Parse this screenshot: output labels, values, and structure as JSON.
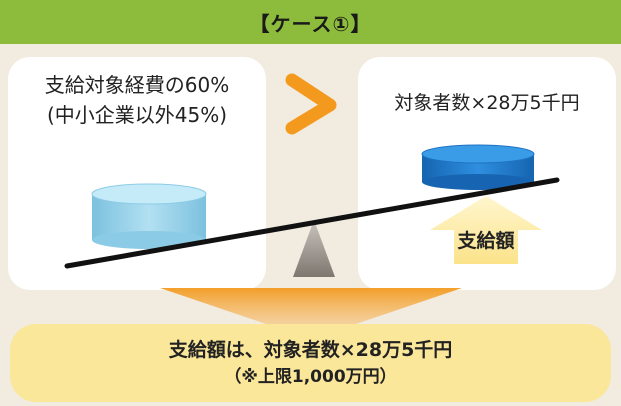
{
  "header": {
    "title": "【ケース①】"
  },
  "left_panel": {
    "line1": "支給対象経費の60%",
    "line2": "(中小企業以外45%)"
  },
  "comparison": {
    "symbol": "greater-than-icon"
  },
  "right_panel": {
    "text": "対象者数×28万5千円"
  },
  "arrow": {
    "label": "支給額"
  },
  "result": {
    "line1": "支給額は、対象者数×28万5千円",
    "line2": "（※上限1,000万円）"
  },
  "colors": {
    "header_bg": "#8dbb3c",
    "accent_orange": "#f39a1e",
    "arrow_yellow": "#fbe79a",
    "result_bg": "#fbe79a",
    "cylinder_light": "#9fd3ea",
    "cylinder_dark": "#1f74c2"
  }
}
